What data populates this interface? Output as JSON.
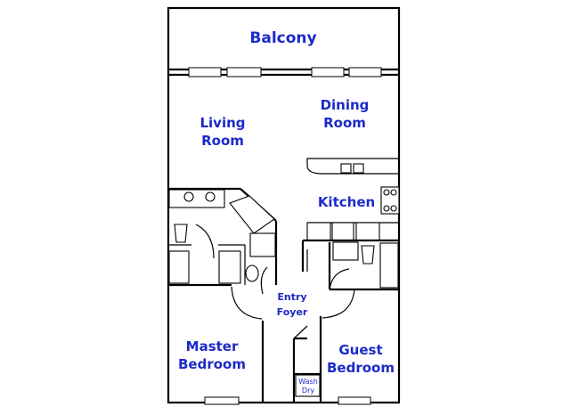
{
  "rooms": {
    "balcony": "Balcony",
    "living_1": "Living",
    "living_2": "Room",
    "dining_1": "Dining",
    "dining_2": "Room",
    "kitchen": "Kitchen",
    "entry_1": "Entry",
    "entry_2": "Foyer",
    "master_1": "Master",
    "master_2": "Bedroom",
    "guest_1": "Guest",
    "guest_2": "Bedroom",
    "wash": "Wash",
    "dry": "Dry"
  },
  "colors": {
    "label": "#1c2ac9",
    "walls": "#000000",
    "background": "#ffffff"
  }
}
